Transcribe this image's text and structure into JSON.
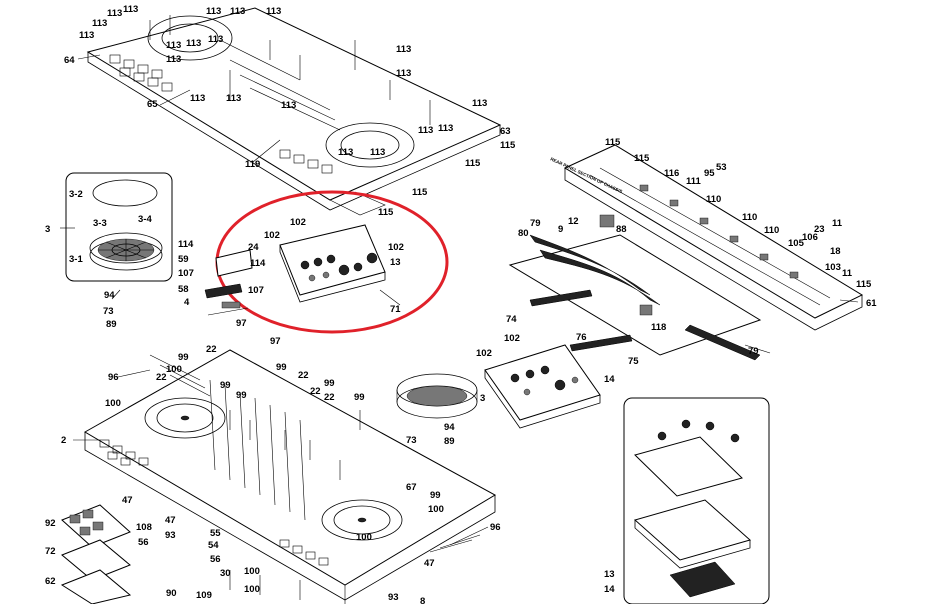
{
  "diagram": {
    "header_note": "REAR PANEL SECTION OF CHASSIS",
    "highlight_color": "#e0212a",
    "callouts": [
      {
        "id": "c1",
        "text": "113"
      },
      {
        "id": "c2",
        "text": "113"
      },
      {
        "id": "c3",
        "text": "113"
      },
      {
        "id": "c4",
        "text": "113"
      },
      {
        "id": "c5",
        "text": "113"
      },
      {
        "id": "c6",
        "text": "113"
      },
      {
        "id": "c7",
        "text": "113"
      },
      {
        "id": "c8",
        "text": "113"
      },
      {
        "id": "c9",
        "text": "113"
      },
      {
        "id": "c10",
        "text": "113"
      },
      {
        "id": "c11",
        "text": "113"
      },
      {
        "id": "c12",
        "text": "113"
      },
      {
        "id": "c13",
        "text": "113"
      },
      {
        "id": "c14",
        "text": "113"
      },
      {
        "id": "c15",
        "text": "113"
      },
      {
        "id": "c16",
        "text": "113"
      },
      {
        "id": "c17",
        "text": "113"
      },
      {
        "id": "c18",
        "text": "113"
      },
      {
        "id": "c19",
        "text": "113"
      },
      {
        "id": "c20",
        "text": "113"
      },
      {
        "id": "c21",
        "text": "113"
      },
      {
        "id": "c22",
        "text": "64"
      },
      {
        "id": "c23",
        "text": "65"
      },
      {
        "id": "c24",
        "text": "119"
      },
      {
        "id": "c25",
        "text": "115"
      },
      {
        "id": "c26",
        "text": "115"
      },
      {
        "id": "c27",
        "text": "115"
      },
      {
        "id": "c28",
        "text": "63"
      },
      {
        "id": "c29",
        "text": "115"
      },
      {
        "id": "c30",
        "text": "3"
      },
      {
        "id": "c31",
        "text": "3-2"
      },
      {
        "id": "c32",
        "text": "3-3"
      },
      {
        "id": "c33",
        "text": "3-4"
      },
      {
        "id": "c34",
        "text": "3-1"
      },
      {
        "id": "c35",
        "text": "94"
      },
      {
        "id": "c36",
        "text": "73"
      },
      {
        "id": "c37",
        "text": "89"
      },
      {
        "id": "c38",
        "text": "114"
      },
      {
        "id": "c39",
        "text": "24"
      },
      {
        "id": "c40",
        "text": "59"
      },
      {
        "id": "c41",
        "text": "114"
      },
      {
        "id": "c42",
        "text": "107"
      },
      {
        "id": "c43",
        "text": "58"
      },
      {
        "id": "c44",
        "text": "4"
      },
      {
        "id": "c45",
        "text": "107"
      },
      {
        "id": "c46",
        "text": "102"
      },
      {
        "id": "c47",
        "text": "102"
      },
      {
        "id": "c48",
        "text": "102"
      },
      {
        "id": "c49",
        "text": "13"
      },
      {
        "id": "c50",
        "text": "71"
      },
      {
        "id": "c51",
        "text": "97"
      },
      {
        "id": "c52",
        "text": "99"
      },
      {
        "id": "c53",
        "text": "22"
      },
      {
        "id": "c54",
        "text": "97"
      },
      {
        "id": "c55",
        "text": "96"
      },
      {
        "id": "c56",
        "text": "22"
      },
      {
        "id": "c57",
        "text": "100"
      },
      {
        "id": "c58",
        "text": "100"
      },
      {
        "id": "c59",
        "text": "99"
      },
      {
        "id": "c60",
        "text": "99"
      },
      {
        "id": "c61",
        "text": "22"
      },
      {
        "id": "c62",
        "text": "22"
      },
      {
        "id": "c63",
        "text": "99"
      },
      {
        "id": "c64",
        "text": "22"
      },
      {
        "id": "c65",
        "text": "99"
      },
      {
        "id": "c66",
        "text": "2"
      },
      {
        "id": "c67",
        "text": "99"
      },
      {
        "id": "c68",
        "text": "73"
      },
      {
        "id": "c69",
        "text": "89"
      },
      {
        "id": "c70",
        "text": "94"
      },
      {
        "id": "c71",
        "text": "3"
      },
      {
        "id": "c72",
        "text": "67"
      },
      {
        "id": "c73",
        "text": "99"
      },
      {
        "id": "c74",
        "text": "100"
      },
      {
        "id": "c75",
        "text": "96"
      },
      {
        "id": "c76",
        "text": "47"
      },
      {
        "id": "c77",
        "text": "47"
      },
      {
        "id": "c78",
        "text": "108"
      },
      {
        "id": "c79",
        "text": "56"
      },
      {
        "id": "c80",
        "text": "93"
      },
      {
        "id": "c81",
        "text": "54"
      },
      {
        "id": "c82",
        "text": "55"
      },
      {
        "id": "c83",
        "text": "56"
      },
      {
        "id": "c84",
        "text": "90"
      },
      {
        "id": "c85",
        "text": "100"
      },
      {
        "id": "c86",
        "text": "30"
      },
      {
        "id": "c87",
        "text": "100"
      },
      {
        "id": "c88",
        "text": "109"
      },
      {
        "id": "c89",
        "text": "93"
      },
      {
        "id": "c90",
        "text": "8"
      },
      {
        "id": "c91",
        "text": "92"
      },
      {
        "id": "c92",
        "text": "72"
      },
      {
        "id": "c93",
        "text": "62"
      },
      {
        "id": "c94",
        "text": "47"
      },
      {
        "id": "c95",
        "text": "100"
      },
      {
        "id": "c96",
        "text": "102"
      },
      {
        "id": "c97",
        "text": "102"
      },
      {
        "id": "c98",
        "text": "14"
      },
      {
        "id": "c99",
        "text": "75"
      },
      {
        "id": "c100",
        "text": "76"
      },
      {
        "id": "c101",
        "text": "74"
      },
      {
        "id": "c102",
        "text": "79"
      },
      {
        "id": "c103",
        "text": "80"
      },
      {
        "id": "c104",
        "text": "9"
      },
      {
        "id": "c105",
        "text": "12"
      },
      {
        "id": "c106",
        "text": "88"
      },
      {
        "id": "c107",
        "text": "118"
      },
      {
        "id": "c108",
        "text": "79"
      },
      {
        "id": "c109",
        "text": "115"
      },
      {
        "id": "c110",
        "text": "115"
      },
      {
        "id": "c111",
        "text": "116"
      },
      {
        "id": "c112",
        "text": "111"
      },
      {
        "id": "c113",
        "text": "95"
      },
      {
        "id": "c114",
        "text": "53"
      },
      {
        "id": "c115",
        "text": "110"
      },
      {
        "id": "c116",
        "text": "110"
      },
      {
        "id": "c117",
        "text": "110"
      },
      {
        "id": "c118",
        "text": "105"
      },
      {
        "id": "c119",
        "text": "106"
      },
      {
        "id": "c120",
        "text": "23"
      },
      {
        "id": "c121",
        "text": "11"
      },
      {
        "id": "c122",
        "text": "18"
      },
      {
        "id": "c123",
        "text": "103"
      },
      {
        "id": "c124",
        "text": "11"
      },
      {
        "id": "c125",
        "text": "115"
      },
      {
        "id": "c126",
        "text": "61"
      },
      {
        "id": "c127",
        "text": "13"
      },
      {
        "id": "c128",
        "text": "14"
      }
    ]
  }
}
